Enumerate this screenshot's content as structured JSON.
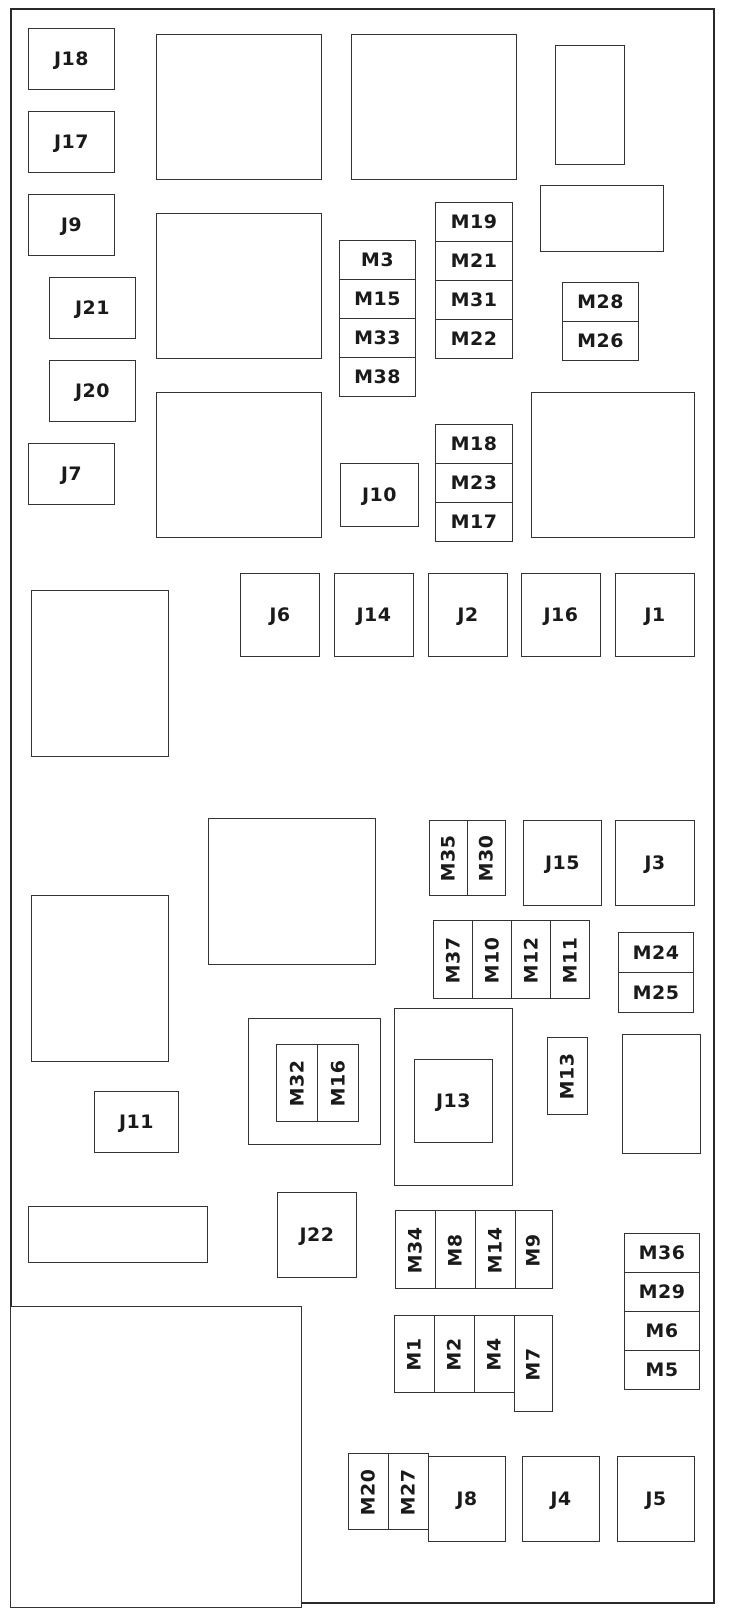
{
  "labels": {
    "J18": "J18",
    "J17": "J17",
    "J9": "J9",
    "J21": "J21",
    "J20": "J20",
    "J7": "J7",
    "M3": "M3",
    "M15": "M15",
    "M33": "M33",
    "M38": "M38",
    "M19": "M19",
    "M21": "M21",
    "M31": "M31",
    "M22": "M22",
    "M28": "M28",
    "M26": "M26",
    "M18": "M18",
    "M23": "M23",
    "M17": "M17",
    "J10": "J10",
    "J6": "J6",
    "J14": "J14",
    "J2": "J2",
    "J16": "J16",
    "J1": "J1",
    "M35": "M35",
    "M30": "M30",
    "J15": "J15",
    "J3": "J3",
    "M37": "M37",
    "M10": "M10",
    "M12": "M12",
    "M11": "M11",
    "M24": "M24",
    "M25": "M25",
    "M32": "M32",
    "M16": "M16",
    "J13": "J13",
    "M13": "M13",
    "J11": "J11",
    "J22": "J22",
    "M34": "M34",
    "M8": "M8",
    "M14": "M14",
    "M9": "M9",
    "M36": "M36",
    "M29": "M29",
    "M6": "M6",
    "M5": "M5",
    "M1": "M1",
    "M2": "M2",
    "M4": "M4",
    "M7": "M7",
    "M20": "M20",
    "M27": "M27",
    "J8": "J8",
    "J4": "J4",
    "J5": "J5"
  }
}
